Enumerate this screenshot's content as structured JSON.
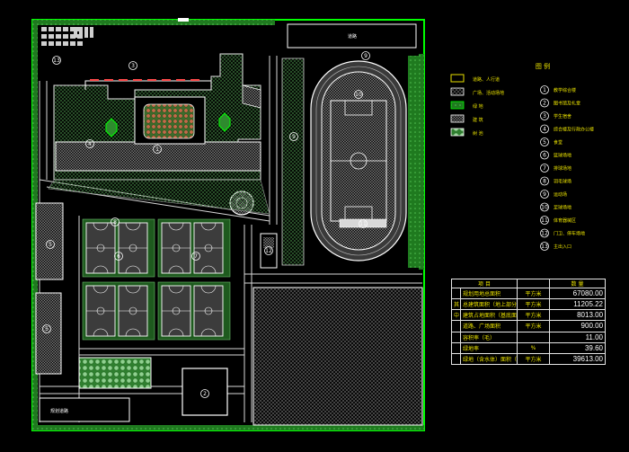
{
  "colors": {
    "background": "#000000",
    "green": "#00ff00",
    "grass": "#2e8b2e",
    "white": "#ffffff",
    "yellow": "#e8e000",
    "gray": "#9a9a9a",
    "red": "#ff4a4a"
  },
  "legend": {
    "title": "图 例",
    "swatches": [
      {
        "icon": "road-swatch-icon",
        "label": "道路、人行道"
      },
      {
        "icon": "paving-swatch-icon",
        "label": "广场、活动场地"
      },
      {
        "icon": "green-swatch-icon",
        "label": "绿 地"
      },
      {
        "icon": "building-swatch-icon",
        "label": "建 筑"
      },
      {
        "icon": "tree-swatch-icon",
        "label": "树 池"
      }
    ],
    "items": [
      {
        "num": "1",
        "label": "教学综合楼"
      },
      {
        "num": "2",
        "label": "图书馆及礼堂"
      },
      {
        "num": "3",
        "label": "学生宿舍"
      },
      {
        "num": "4",
        "label": "综合楼及行政办公楼"
      },
      {
        "num": "5",
        "label": "食堂"
      },
      {
        "num": "6",
        "label": "篮球场地"
      },
      {
        "num": "7",
        "label": "排球场地"
      },
      {
        "num": "8",
        "label": "羽毛球场"
      },
      {
        "num": "9",
        "label": "运动场"
      },
      {
        "num": "10",
        "label": "足球场地"
      },
      {
        "num": "11",
        "label": "体育器械区"
      },
      {
        "num": "12",
        "label": "门卫、停车场地"
      },
      {
        "num": "13",
        "label": "主出入口"
      }
    ]
  },
  "map_labels": {
    "top_road": "道路",
    "bottom_road": "规划道路",
    "circled": [
      "1",
      "2",
      "3",
      "4",
      "5",
      "6",
      "7",
      "8",
      "9",
      "10",
      "11",
      "12",
      "13"
    ]
  },
  "table": {
    "headers": [
      "项 目",
      "",
      "数 量"
    ],
    "rows": [
      {
        "group": "",
        "item": "规划用地总面积",
        "unit": "平方米",
        "value": "67080.00"
      },
      {
        "group": "其",
        "item": "总建筑面积（地上部分）",
        "unit": "平方米",
        "value": "11205.22"
      },
      {
        "group": "中",
        "item": "建筑占地面积（基底面积）",
        "unit": "平方米",
        "value": "8013.00"
      },
      {
        "group": "",
        "item": "道路、广场面积",
        "unit": "平方米",
        "value": "900.00"
      },
      {
        "group": "",
        "item": "容积率（毛）",
        "unit": "",
        "value": "11.00"
      },
      {
        "group": "",
        "item": "绿地率",
        "unit": "%",
        "value": "39.60"
      },
      {
        "group": "",
        "item": "绿地（含水体）面积（平方米）",
        "unit": "平方米",
        "value": "39613.00"
      }
    ]
  }
}
